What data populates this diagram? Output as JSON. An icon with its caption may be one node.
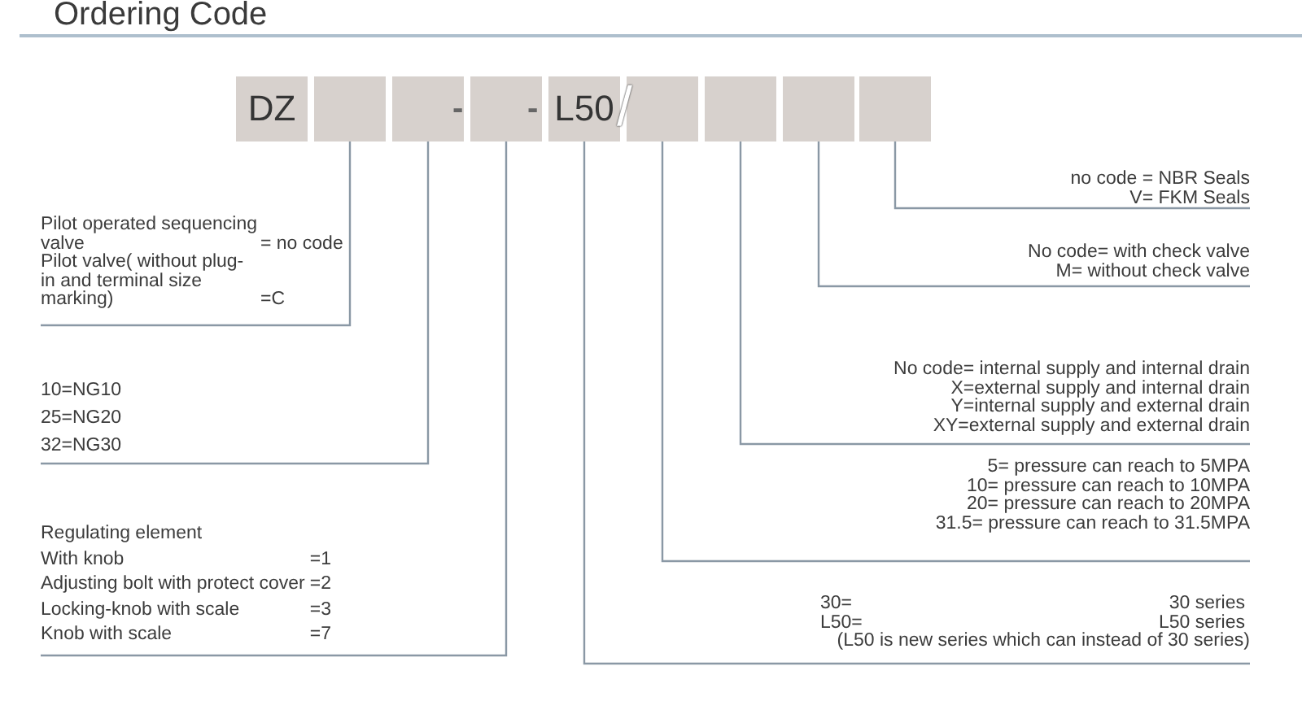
{
  "diagram": {
    "title": "Ordering Code",
    "nodes": [
      {
        "text": [
          "DZ"
        ]
      },
      {
        "text": [],
        "shape": "box"
      },
      {
        "text": [],
        "shape": "box"
      },
      {
        "text": [],
        "shape": "box"
      },
      {
        "text": [
          "L50"
        ]
      },
      {
        "text": [],
        "shape": "box"
      },
      {
        "text": [],
        "shape": "box"
      },
      {
        "text": [],
        "shape": "box"
      },
      {
        "text": [],
        "shape": "box"
      },
      {
        "text": [
          "Pilot operated sequencing valve",
          "= no code",
          "Pilot valve( without plug-in and terminal size marking)",
          "=C"
        ]
      },
      {
        "text": [
          "10=NG10",
          "25=NG20",
          "32=NG30"
        ]
      },
      {
        "text": [
          "Regulating element",
          "With knob",
          "=1",
          "Adjusting bolt with protect cover",
          "=2",
          "Locking-knob with scale",
          "=3",
          "Knob with scale",
          "=7"
        ]
      },
      {
        "text": [
          "no code = NBR Seals",
          "V= FKM Seals"
        ]
      },
      {
        "text": [
          "No code= with check valve",
          "M= without check valve"
        ]
      },
      {
        "text": [
          "No code= internal supply and internal drain",
          "X=external supply and internal drain",
          "Y=internal supply and external drain",
          "XY=external supply and external drain"
        ]
      },
      {
        "text": [
          "5= pressure can reach to 5MPA",
          "10= pressure can reach to 10MPA",
          "20= pressure can reach to 20MPA",
          "31.5= pressure can reach to 31.5MPA"
        ]
      },
      {
        "text": [
          "30=",
          "30 series",
          "L50=",
          "L50 series",
          "(L50 is new series which can instead of 30 series)"
        ]
      }
    ],
    "edges": [
      {
        "from": 1,
        "to": 9,
        "arrow": "none"
      },
      {
        "from": 2,
        "to": 10,
        "arrow": "none"
      },
      {
        "from": 3,
        "to": 11,
        "arrow": "none"
      },
      {
        "from": 4,
        "to": 16,
        "arrow": "none"
      },
      {
        "from": 5,
        "to": 15,
        "arrow": "none"
      },
      {
        "from": 6,
        "to": 14,
        "arrow": "none"
      },
      {
        "from": 7,
        "to": 13,
        "arrow": "none"
      },
      {
        "from": 8,
        "to": 12,
        "arrow": "none"
      }
    ],
    "labels": [
      "-",
      "-",
      "/"
    ]
  }
}
